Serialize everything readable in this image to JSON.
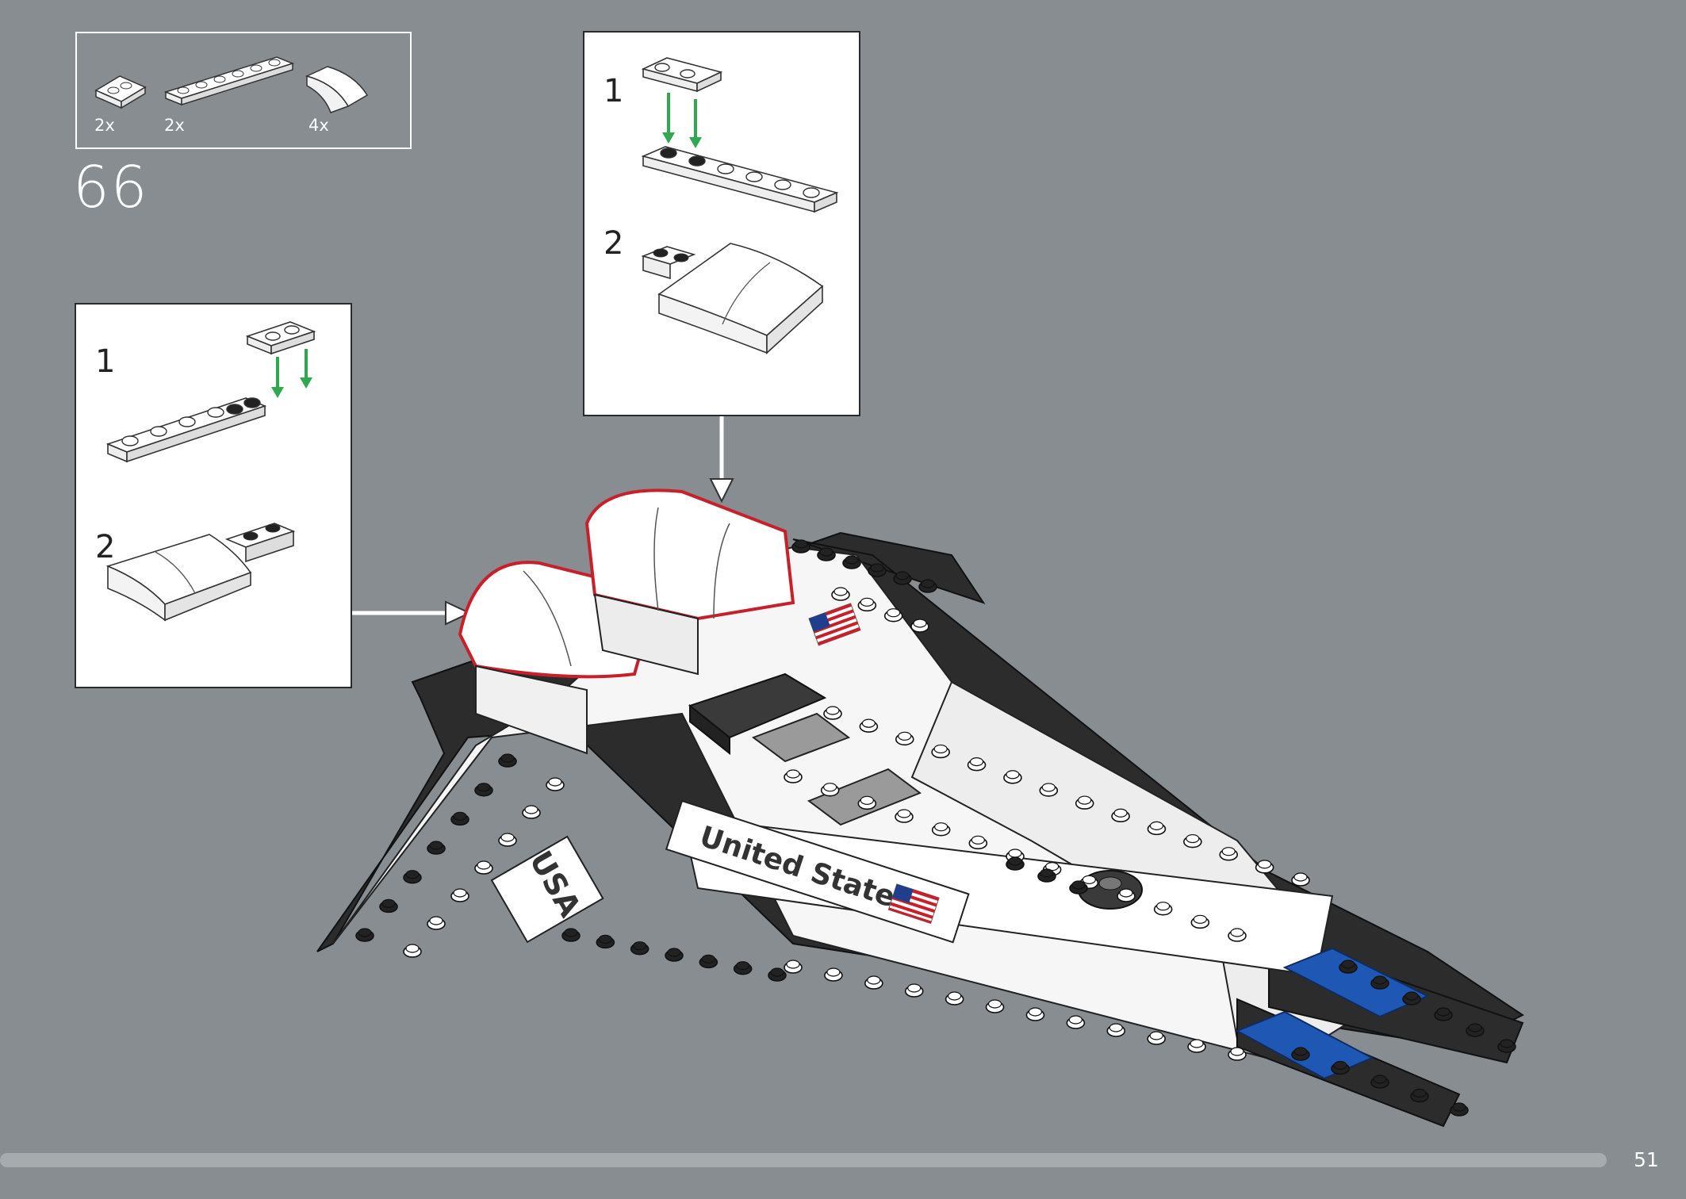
{
  "step": {
    "number": "66"
  },
  "parts_list": [
    {
      "name": "plate-1x2",
      "color": "#ffffff",
      "quantity": "2x"
    },
    {
      "name": "plate-1x6",
      "color": "#ffffff",
      "quantity": "2x"
    },
    {
      "name": "curved-slope-2x2",
      "color": "#ffffff",
      "quantity": "4x"
    }
  ],
  "sub_assembly_left": {
    "steps": [
      "1",
      "2"
    ]
  },
  "sub_assembly_top": {
    "steps": [
      "1",
      "2"
    ]
  },
  "model": {
    "label_usa": "USA",
    "label_united_states": "United States",
    "highlight_color": "#c8202a",
    "accent_color": "#1f57b4"
  },
  "arrow_color": "#2fa84f",
  "page": {
    "number": "51"
  }
}
